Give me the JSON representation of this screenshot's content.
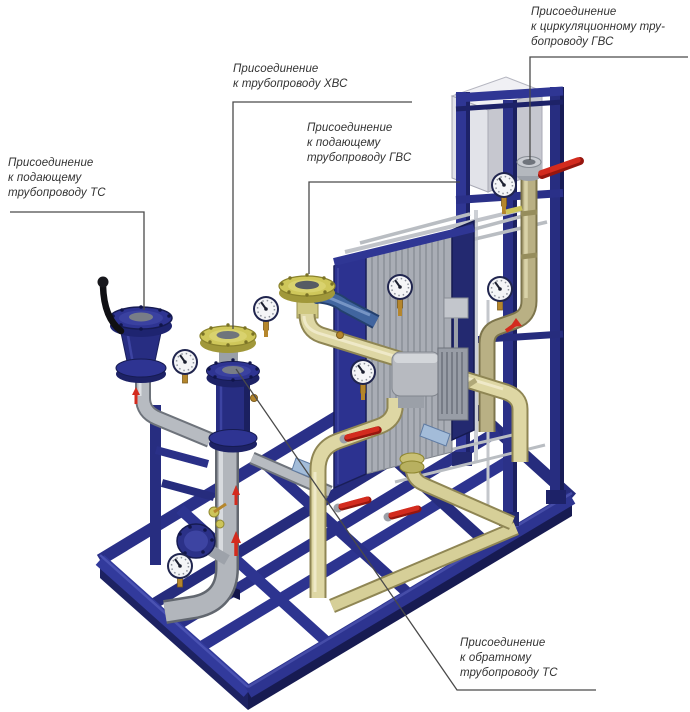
{
  "labels": {
    "ts_supply": {
      "lines": [
        "Присоединение",
        "к подающему",
        "трубопроводу ТС"
      ]
    },
    "cold_water": {
      "lines": [
        "Присоединение",
        "к трубопроводу ХВС"
      ]
    },
    "dhw_supply": {
      "lines": [
        "Присоединение",
        "к подающему",
        "трубопроводу ГВС"
      ]
    },
    "dhw_circulation": {
      "lines": [
        "Присоединение",
        "к циркуляционному тру-",
        "бопроводу ГВС"
      ]
    },
    "ts_return": {
      "lines": [
        "Присоединение",
        "к обратному",
        "трубопроводу ТС"
      ]
    }
  },
  "colors": {
    "background": "#ffffff",
    "frame_navy": "#2d3490",
    "frame_shadow": "#1b2060",
    "pipe_gray": "#b7bbc1",
    "pipe_brass_beige": "#ded7a4",
    "pipe_olive": "#b9b084",
    "flange_yellow": "#cfc75a",
    "handle_red": "#d32b1e",
    "handle_black": "#17171c",
    "cabinet_gray": "#e2e3e9",
    "gauge_face": "#f4f5f7",
    "leader_line": "#4a4a4a"
  },
  "components": [
    "base-skid-frame",
    "support-portal-frame",
    "control-cabinet",
    "plate-heat-exchanger",
    "circulation-pump-motor",
    "butterfly-valve",
    "flanged-connections",
    "pressure-gauges",
    "ball-valve-red-handle"
  ]
}
